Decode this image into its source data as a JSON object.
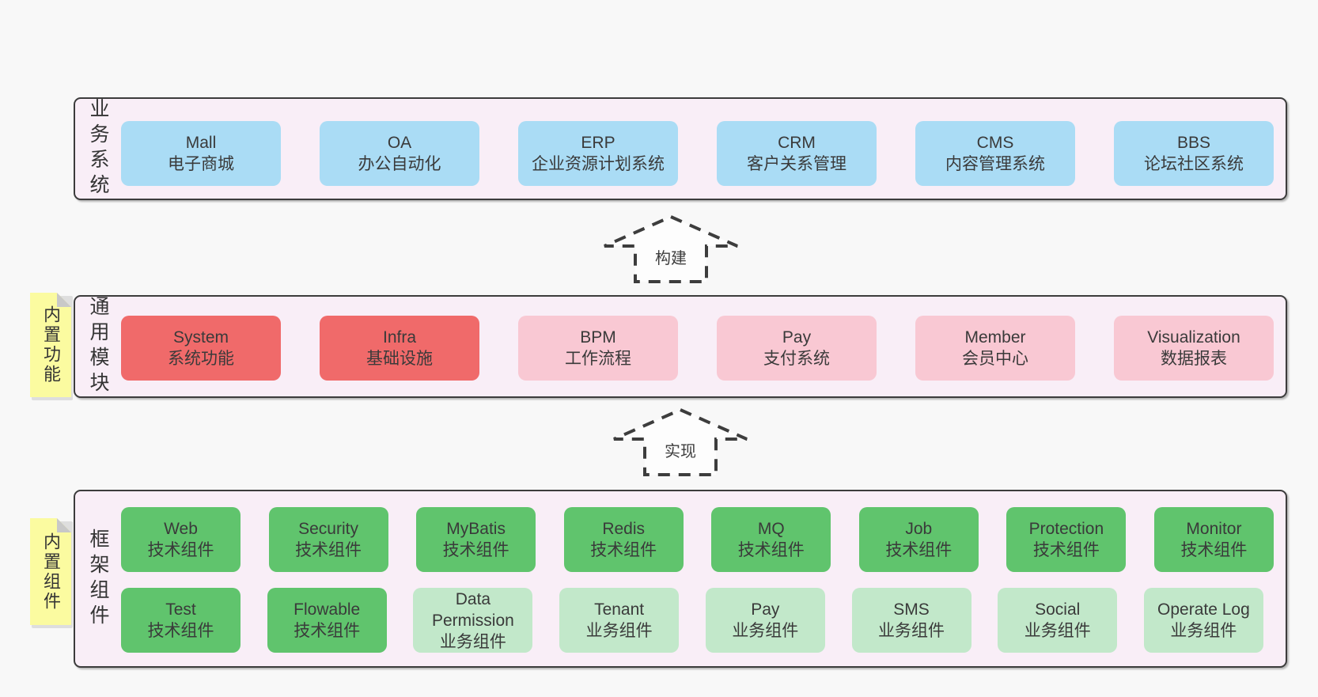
{
  "diagram": {
    "title_hint": "software architecture layers diagram",
    "colors": {
      "blue": "#aadcf5",
      "red": "#f06a6a",
      "pink": "#f9c8d3",
      "green": "#60c46d",
      "light_green": "#c2e8ca",
      "tag_yellow": "#fbfba0",
      "panel_background": "#f9eef7",
      "border": "#3c3c3c",
      "page_background": "#f8f8f8"
    },
    "arrows": [
      {
        "label": "构建"
      },
      {
        "label": "实现"
      }
    ],
    "sections": {
      "business": {
        "label": "业务系统",
        "boxes": [
          {
            "title": "Mall",
            "subtitle": "电子商城",
            "variant": "blue"
          },
          {
            "title": "OA",
            "subtitle": "办公自动化",
            "variant": "blue"
          },
          {
            "title": "ERP",
            "subtitle": "企业资源计划系统",
            "variant": "blue"
          },
          {
            "title": "CRM",
            "subtitle": "客户关系管理",
            "variant": "blue"
          },
          {
            "title": "CMS",
            "subtitle": "内容管理系统",
            "variant": "blue"
          },
          {
            "title": "BBS",
            "subtitle": "论坛社区系统",
            "variant": "blue"
          }
        ]
      },
      "modules": {
        "label": "通用模块",
        "tag": "内置功能",
        "boxes": [
          {
            "title": "System",
            "subtitle": "系统功能",
            "variant": "red"
          },
          {
            "title": "Infra",
            "subtitle": "基础设施",
            "variant": "red"
          },
          {
            "title": "BPM",
            "subtitle": "工作流程",
            "variant": "pink"
          },
          {
            "title": "Pay",
            "subtitle": "支付系统",
            "variant": "pink"
          },
          {
            "title": "Member",
            "subtitle": "会员中心",
            "variant": "pink"
          },
          {
            "title": "Visualization",
            "subtitle": "数据报表",
            "variant": "pink"
          }
        ]
      },
      "components": {
        "label": "框架组件",
        "tag": "内置组件",
        "rows": [
          [
            {
              "title": "Web",
              "subtitle": "技术组件",
              "variant": "green"
            },
            {
              "title": "Security",
              "subtitle": "技术组件",
              "variant": "green"
            },
            {
              "title": "MyBatis",
              "subtitle": "技术组件",
              "variant": "green"
            },
            {
              "title": "Redis",
              "subtitle": "技术组件",
              "variant": "green"
            },
            {
              "title": "MQ",
              "subtitle": "技术组件",
              "variant": "green"
            },
            {
              "title": "Job",
              "subtitle": "技术组件",
              "variant": "green"
            },
            {
              "title": "Protection",
              "subtitle": "技术组件",
              "variant": "green"
            },
            {
              "title": "Monitor",
              "subtitle": "技术组件",
              "variant": "green"
            }
          ],
          [
            {
              "title": "Test",
              "subtitle": "技术组件",
              "variant": "green"
            },
            {
              "title": "Flowable",
              "subtitle": "技术组件",
              "variant": "green"
            },
            {
              "title": "Data Permission",
              "subtitle": "业务组件",
              "variant": "light-green"
            },
            {
              "title": "Tenant",
              "subtitle": "业务组件",
              "variant": "light-green"
            },
            {
              "title": "Pay",
              "subtitle": "业务组件",
              "variant": "light-green"
            },
            {
              "title": "SMS",
              "subtitle": "业务组件",
              "variant": "light-green"
            },
            {
              "title": "Social",
              "subtitle": "业务组件",
              "variant": "light-green"
            },
            {
              "title": "Operate Log",
              "subtitle": "业务组件",
              "variant": "light-green"
            }
          ]
        ]
      }
    }
  }
}
